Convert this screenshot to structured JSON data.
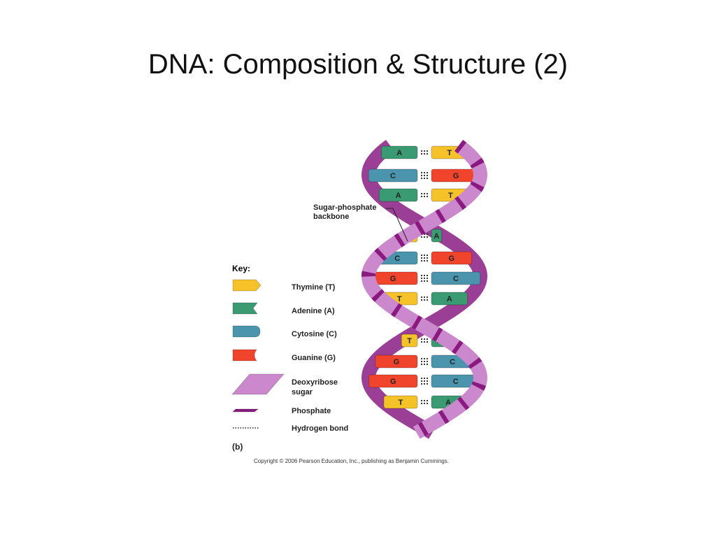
{
  "slide": {
    "title": "DNA: Composition & Structure (2)"
  },
  "diagram": {
    "backbone_label": "Sugar-phosphate backbone",
    "backbone_label_lines": [
      "Sugar-phosphate",
      "backbone"
    ],
    "key_title": "Key:",
    "key": [
      {
        "label": "Thymine (T)",
        "color": "#f5c22a"
      },
      {
        "label": "Adenine (A)",
        "color": "#3a9a72"
      },
      {
        "label": "Cytosine (C)",
        "color": "#4a95ad"
      },
      {
        "label": "Guanine (G)",
        "color": "#f0442c"
      },
      {
        "label": "Deoxyribose sugar",
        "label_lines": [
          "Deoxyribose",
          "sugar"
        ],
        "color": "#cc88cc"
      },
      {
        "label": "Phosphate",
        "color": "#8a1a80"
      },
      {
        "label": "Hydrogen bond",
        "color": "#222222"
      }
    ],
    "panel_label": "(b)",
    "copyright": "Copyright © 2006 Pearson Education, Inc., publishing as Benjamin Cummings.",
    "base_pairs": [
      {
        "left": "A",
        "right": "T"
      },
      {
        "left": "C",
        "right": "G"
      },
      {
        "left": "A",
        "right": "T"
      },
      {
        "left": "T",
        "right": "A"
      },
      {
        "left": "C",
        "right": "G"
      },
      {
        "left": "G",
        "right": "C"
      },
      {
        "left": "T",
        "right": "A"
      },
      {
        "left": "T",
        "right": "A"
      },
      {
        "left": "G",
        "right": "C"
      },
      {
        "left": "G",
        "right": "C"
      },
      {
        "left": "T",
        "right": "A"
      }
    ]
  }
}
